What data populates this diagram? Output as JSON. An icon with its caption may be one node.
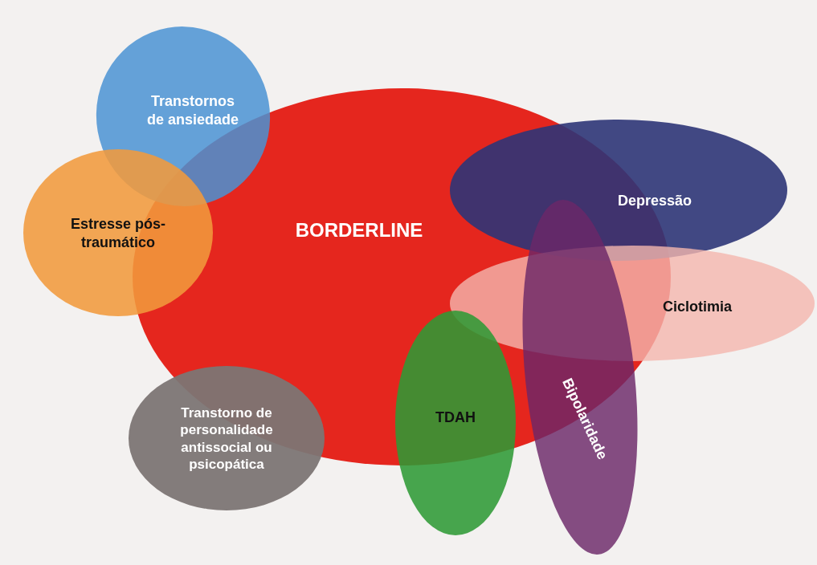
{
  "diagram": {
    "nodes": [
      {
        "text": [
          "BORDERLINE"
        ]
      },
      {
        "text": [
          "Transtornos de ansiedade"
        ]
      },
      {
        "text": [
          "Estresse pós-traumático"
        ]
      },
      {
        "text": [
          "Depressão"
        ]
      },
      {
        "text": [
          "Ciclotimia"
        ]
      },
      {
        "text": [
          "Bipolaridade"
        ]
      },
      {
        "text": [
          "TDAH"
        ]
      },
      {
        "text": [
          "Transtorno de personalidade antissocial ou psicopática"
        ]
      }
    ]
  }
}
